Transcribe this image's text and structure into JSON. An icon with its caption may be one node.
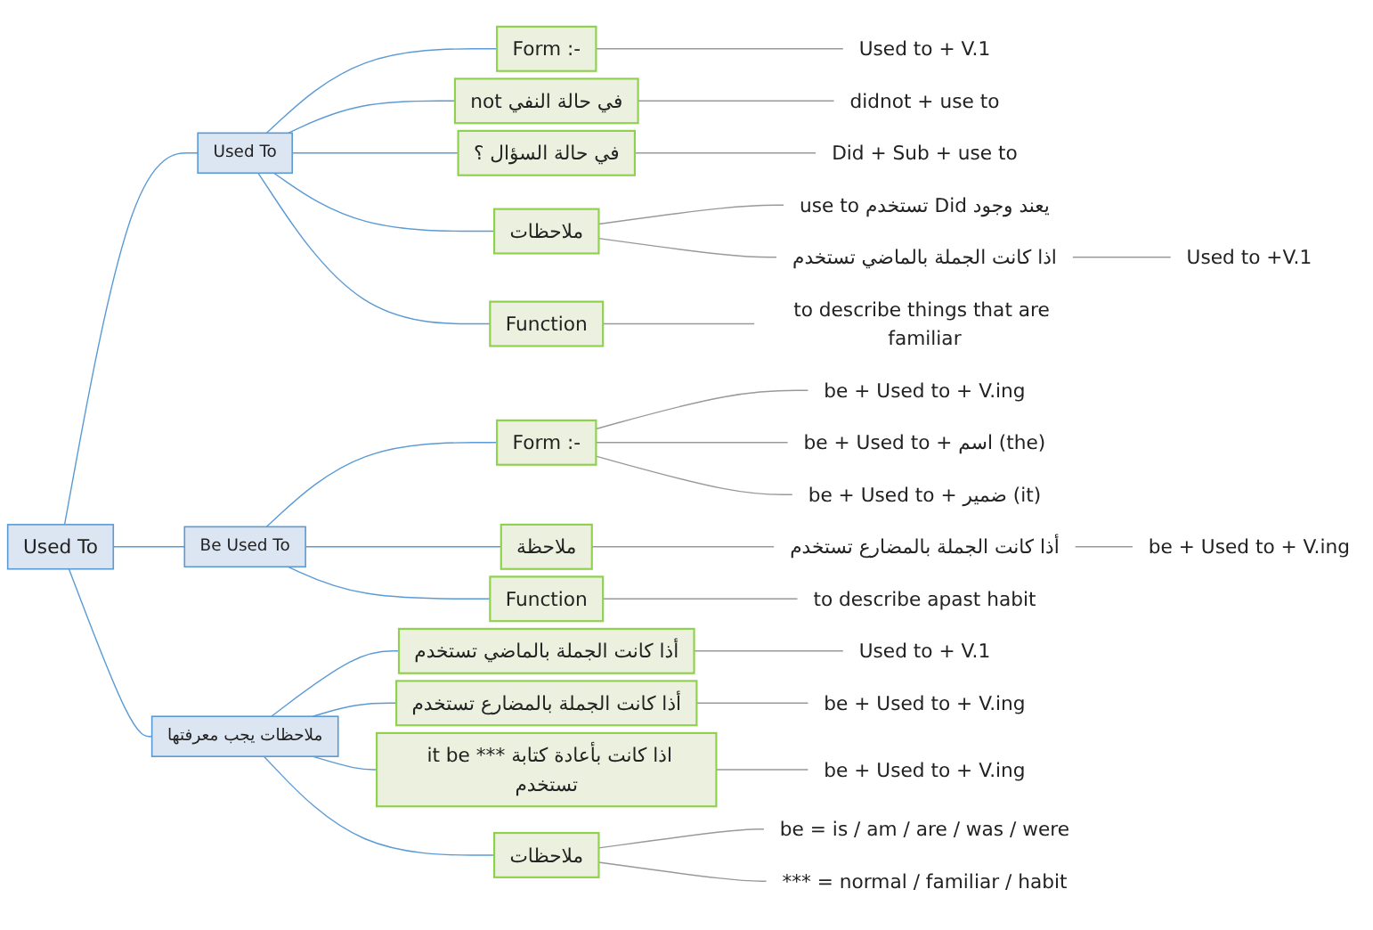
{
  "diagram": {
    "nodes": [
      {
        "text": [
          "Used To"
        ]
      },
      {
        "text": [
          "Used To"
        ]
      },
      {
        "text": [
          "Form :-"
        ]
      },
      {
        "text": [
          "Used to + V.1"
        ]
      },
      {
        "text": [
          "في حالة النفي not"
        ]
      },
      {
        "text": [
          "didnot + use to"
        ]
      },
      {
        "text": [
          "في حالة السؤال ؟"
        ]
      },
      {
        "text": [
          "Did + Sub + use to"
        ]
      },
      {
        "text": [
          "ملاحظات"
        ]
      },
      {
        "text": [
          "يعند وجود Did تستخدم use to"
        ]
      },
      {
        "text": [
          "اذا كانت الجملة بالماضي تستخدم"
        ]
      },
      {
        "text": [
          "Used to +V.1"
        ]
      },
      {
        "text": [
          "Function"
        ]
      },
      {
        "text": [
          "to describe things that are familiar"
        ]
      },
      {
        "text": [
          "Be Used To"
        ]
      },
      {
        "text": [
          "Form :-"
        ]
      },
      {
        "text": [
          "be + Used to + V.ing"
        ]
      },
      {
        "text": [
          "be + Used to + اسم (the)"
        ]
      },
      {
        "text": [
          "be + Used to + ضمير (it)"
        ]
      },
      {
        "text": [
          "ملاحظة"
        ]
      },
      {
        "text": [
          "أذا كانت الجملة بالمضارع تستخدم"
        ]
      },
      {
        "text": [
          "be + Used to + V.ing"
        ]
      },
      {
        "text": [
          "Function"
        ]
      },
      {
        "text": [
          "to describe apast habit"
        ]
      },
      {
        "text": [
          "ملاحظات يجب معرفتها"
        ]
      },
      {
        "text": [
          "أذا كانت الجملة بالماضي تستخدم"
        ]
      },
      {
        "text": [
          "Used to + V.1"
        ]
      },
      {
        "text": [
          "أذا كانت الجملة بالمضارع تستخدم"
        ]
      },
      {
        "text": [
          "be + Used to + V.ing"
        ]
      },
      {
        "text": [
          "اذا كانت بأعادة كتابة *** it be تستخدم"
        ]
      },
      {
        "text": [
          "be + Used to + V.ing"
        ]
      },
      {
        "text": [
          "ملاحظات"
        ]
      },
      {
        "text": [
          "be = is / am / are  / was / were"
        ]
      },
      {
        "text": [
          "*** = normal / familiar / habit"
        ]
      }
    ],
    "edges": [
      {
        "from": 0,
        "to": 1,
        "arrow": "none",
        "color": "#5b9bd5"
      },
      {
        "from": 0,
        "to": 14,
        "arrow": "none",
        "color": "#5b9bd5"
      },
      {
        "from": 0,
        "to": 24,
        "arrow": "none",
        "color": "#5b9bd5"
      },
      {
        "from": 1,
        "to": 2,
        "arrow": "none",
        "color": "#5b9bd5"
      },
      {
        "from": 2,
        "to": 3,
        "arrow": "none"
      },
      {
        "from": 1,
        "to": 4,
        "arrow": "none",
        "color": "#5b9bd5"
      },
      {
        "from": 4,
        "to": 5,
        "arrow": "none"
      },
      {
        "from": 1,
        "to": 6,
        "arrow": "none",
        "color": "#5b9bd5"
      },
      {
        "from": 6,
        "to": 7,
        "arrow": "none"
      },
      {
        "from": 1,
        "to": 8,
        "arrow": "none",
        "color": "#5b9bd5"
      },
      {
        "from": 8,
        "to": 9,
        "arrow": "none"
      },
      {
        "from": 8,
        "to": 10,
        "arrow": "none"
      },
      {
        "from": 10,
        "to": 11,
        "arrow": "none"
      },
      {
        "from": 1,
        "to": 12,
        "arrow": "none",
        "color": "#5b9bd5"
      },
      {
        "from": 12,
        "to": 13,
        "arrow": "none"
      },
      {
        "from": 14,
        "to": 15,
        "arrow": "none",
        "color": "#5b9bd5"
      },
      {
        "from": 15,
        "to": 16,
        "arrow": "none"
      },
      {
        "from": 15,
        "to": 17,
        "arrow": "none"
      },
      {
        "from": 15,
        "to": 18,
        "arrow": "none"
      },
      {
        "from": 14,
        "to": 19,
        "arrow": "none",
        "color": "#5b9bd5"
      },
      {
        "from": 19,
        "to": 20,
        "arrow": "none"
      },
      {
        "from": 20,
        "to": 21,
        "arrow": "none"
      },
      {
        "from": 14,
        "to": 22,
        "arrow": "none",
        "color": "#5b9bd5"
      },
      {
        "from": 22,
        "to": 23,
        "arrow": "none"
      },
      {
        "from": 24,
        "to": 25,
        "arrow": "none",
        "color": "#5b9bd5"
      },
      {
        "from": 25,
        "to": 26,
        "arrow": "none"
      },
      {
        "from": 24,
        "to": 27,
        "arrow": "none",
        "color": "#5b9bd5"
      },
      {
        "from": 27,
        "to": 28,
        "arrow": "none"
      },
      {
        "from": 24,
        "to": 29,
        "arrow": "none",
        "color": "#5b9bd5"
      },
      {
        "from": 29,
        "to": 30,
        "arrow": "none"
      },
      {
        "from": 24,
        "to": 31,
        "arrow": "none",
        "color": "#5b9bd5"
      },
      {
        "from": 31,
        "to": 32,
        "arrow": "none"
      },
      {
        "from": 31,
        "to": 33,
        "arrow": "none"
      }
    ]
  }
}
